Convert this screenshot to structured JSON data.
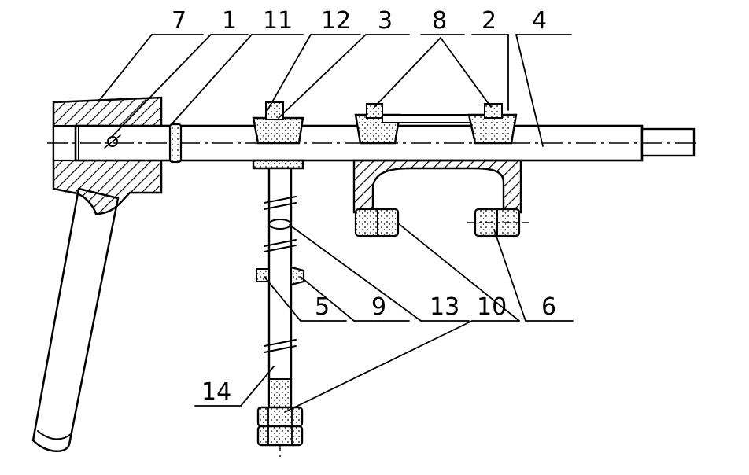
{
  "diagram": {
    "callouts": [
      {
        "id": "7",
        "text": "7"
      },
      {
        "id": "1",
        "text": "1"
      },
      {
        "id": "11",
        "text": "11"
      },
      {
        "id": "12",
        "text": "12"
      },
      {
        "id": "3",
        "text": "3"
      },
      {
        "id": "8",
        "text": "8"
      },
      {
        "id": "2",
        "text": "2"
      },
      {
        "id": "4",
        "text": "4"
      },
      {
        "id": "5",
        "text": "5"
      },
      {
        "id": "9",
        "text": "9"
      },
      {
        "id": "13",
        "text": "13"
      },
      {
        "id": "10",
        "text": "10"
      },
      {
        "id": "6",
        "text": "6"
      },
      {
        "id": "14",
        "text": "14"
      }
    ]
  },
  "colors": {
    "ink": "#000000",
    "paper": "#ffffff",
    "hatch": "#000000"
  }
}
